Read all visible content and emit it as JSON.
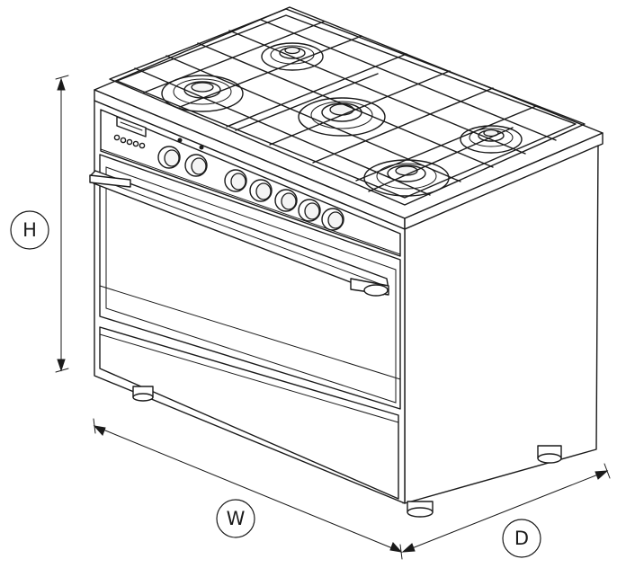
{
  "dimensions": {
    "height_label": "H",
    "width_label": "W",
    "depth_label": "D"
  }
}
